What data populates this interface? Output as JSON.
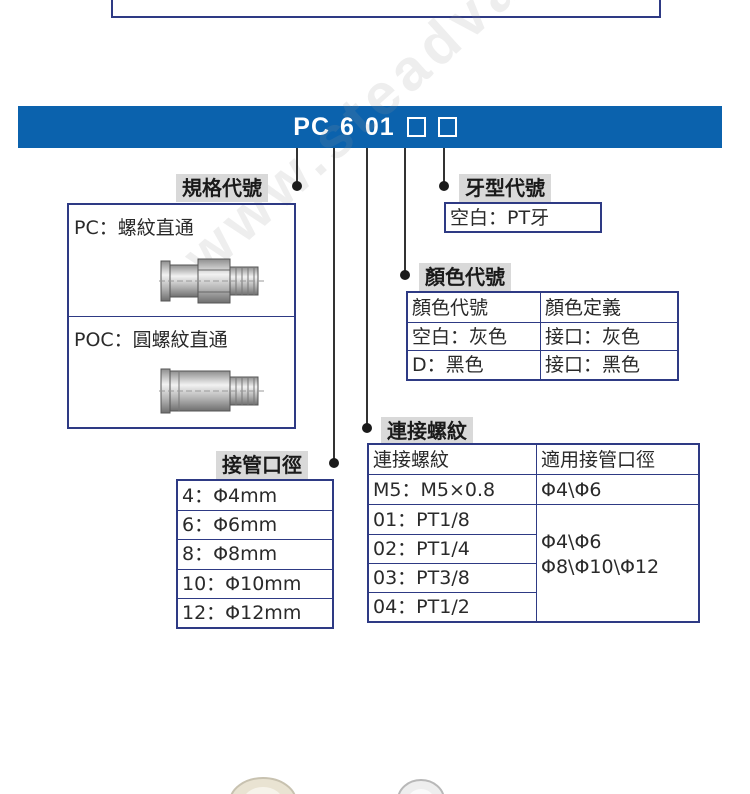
{
  "banner": {
    "code": [
      "PC",
      "6",
      "01"
    ]
  },
  "watermark": "www.steadvalve.com",
  "spec": {
    "label": "規格代號",
    "items": [
      {
        "text": "PC：螺紋直通"
      },
      {
        "text": "POC：圓螺紋直通"
      }
    ]
  },
  "thread_type": {
    "label": "牙型代號",
    "value": "空白：PT牙"
  },
  "color": {
    "label": "顏色代號",
    "headers": [
      "顏色代號",
      "顏色定義"
    ],
    "rows": [
      [
        "空白：灰色",
        "接口：灰色"
      ],
      [
        "D：黑色",
        "接口：黑色"
      ]
    ]
  },
  "thread": {
    "label": "連接螺紋",
    "headers": [
      "連接螺紋",
      "適用接管口徑"
    ],
    "rows": [
      "M5：M5×0.8",
      "01：PT1/8",
      "02：PT1/4",
      "03：PT3/8",
      "04：PT1/2"
    ],
    "tubes": [
      "Φ4\\Φ6",
      "Φ4\\Φ6",
      "Φ8\\Φ10\\Φ12"
    ]
  },
  "tube": {
    "label": "接管口徑",
    "rows": [
      "4：Φ4mm",
      "6：Φ6mm",
      "8：Φ8mm",
      "10：Φ10mm",
      "12：Φ12mm"
    ]
  },
  "colors": {
    "banner": "#0b62ad",
    "border": "#2e3a84",
    "label_bg": "#d9d9d9"
  }
}
